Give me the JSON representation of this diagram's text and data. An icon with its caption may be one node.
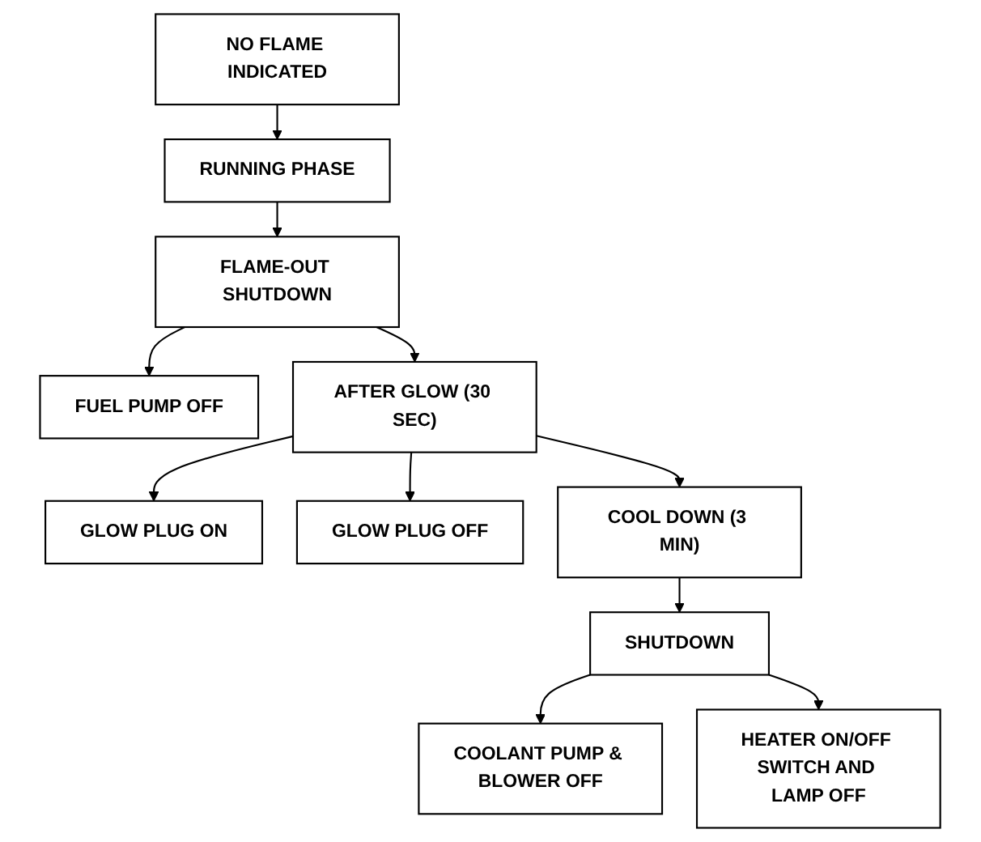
{
  "diagram": {
    "nodes": [
      {
        "text": [
          "NO FLAME INDICATED"
        ]
      },
      {
        "text": [
          "RUNNING PHASE"
        ]
      },
      {
        "text": [
          "FLAME-OUT SHUTDOWN"
        ]
      },
      {
        "text": [
          "FUEL PUMP OFF"
        ]
      },
      {
        "text": [
          "GLOW PLUG ON"
        ]
      },
      {
        "text": [
          "AFTER GLOW (30 SEC)"
        ]
      },
      {
        "text": [
          "GLOW PLUG OFF"
        ]
      },
      {
        "text": [
          "COOL DOWN (3 MIN)"
        ]
      },
      {
        "text": [
          "COOLANT PUMP & BLOWER OFF"
        ]
      },
      {
        "text": [
          "SHUTDOWN"
        ]
      },
      {
        "text": [
          "HEATER ON/OFF SWITCH AND LAMP OFF"
        ]
      }
    ],
    "edges": [
      {
        "from": 0,
        "to": 1,
        "arrow": "to"
      },
      {
        "from": 1,
        "to": 2,
        "arrow": "to"
      },
      {
        "from": 2,
        "to": 3,
        "arrow": "to"
      },
      {
        "from": 2,
        "to": 5,
        "arrow": "to"
      },
      {
        "from": 5,
        "to": 4,
        "arrow": "to"
      },
      {
        "from": 5,
        "to": 6,
        "arrow": "to"
      },
      {
        "from": 5,
        "to": 7,
        "arrow": "to"
      },
      {
        "from": 7,
        "to": 9,
        "arrow": "to"
      },
      {
        "from": 9,
        "to": 8,
        "arrow": "to"
      },
      {
        "from": 9,
        "to": 10,
        "arrow": "to"
      }
    ]
  }
}
